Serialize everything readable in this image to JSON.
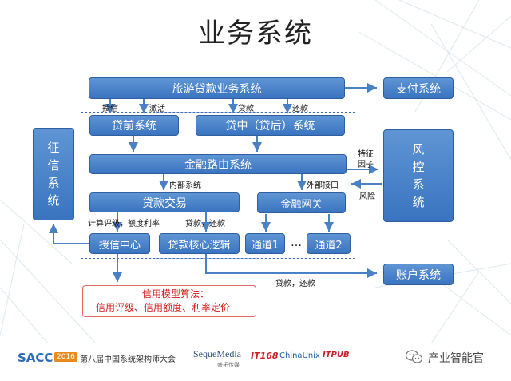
{
  "title": "业务系统",
  "boxes": {
    "tourism_loan": "旅游贷款业务系统",
    "payment": "支付系统",
    "pre_loan": "贷前系统",
    "in_loan": "贷中（贷后）系统",
    "routing": "金融路由系统",
    "credit_bureau": [
      "征",
      "信",
      "系",
      "统"
    ],
    "risk_control": [
      "风",
      "控",
      "系",
      "统"
    ],
    "loan_trade": "贷款交易",
    "fin_gateway": "金融网关",
    "credit_center": "授信中心",
    "loan_core": "贷款核心逻辑",
    "channel1": "通道1",
    "channel2": "通道2",
    "ellipsis": "…",
    "account": "账户系统"
  },
  "labels": {
    "credit": "授信",
    "activate": "激活",
    "loan1": "贷款",
    "repay1": "还款",
    "feature_factor_1": "特征",
    "feature_factor_2": "因子",
    "risk": "风险",
    "internal": "内部系统",
    "external": "外部接口",
    "calc": "计算评级，额度利率",
    "loan_repay_inner": "贷款，还款",
    "loan_repay_account": "贷款，还款"
  },
  "credit_model": {
    "line1": "信用模型算法：",
    "line2": "信用评级、信用额度、利率定价"
  },
  "footer": {
    "sacc": "SACC",
    "year": "2016",
    "conf": "第八届中国系统架构师大会",
    "sponsor1": "SequeMedia",
    "sponsor1_sub": "盛拓传媒",
    "sponsor2": "IT168",
    "sponsor3": "ChinaUnix",
    "sponsor4": "ITPUB",
    "wechat": "产业智能官"
  },
  "colors": {
    "box_fill": "#3f79c4",
    "dashed_border": "#3d6db2",
    "model_text": "#d01c1c",
    "footer_orange": "#e98a1d",
    "footer_blue": "#2c6bb5"
  }
}
